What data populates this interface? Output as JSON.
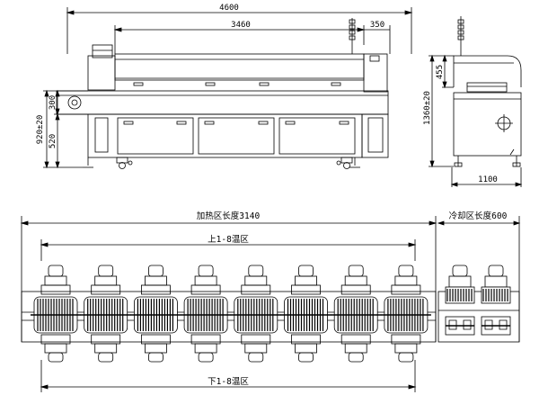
{
  "front_view": {
    "overall_length": "4600",
    "heated_length": "3460",
    "signal_offset": "350",
    "height_total": "920±20",
    "height_upper": "300",
    "height_lower": "520"
  },
  "side_view": {
    "total_height": "1360±20",
    "hood_height": "455",
    "width": "1100"
  },
  "zone_plan": {
    "heating_zone_label": "加热区长度3140",
    "cooling_zone_label": "冷却区长度600",
    "upper_zones_label": "上1-8温区",
    "lower_zones_label": "下1-8温区",
    "heater_count": 8,
    "cooler_count": 2
  }
}
